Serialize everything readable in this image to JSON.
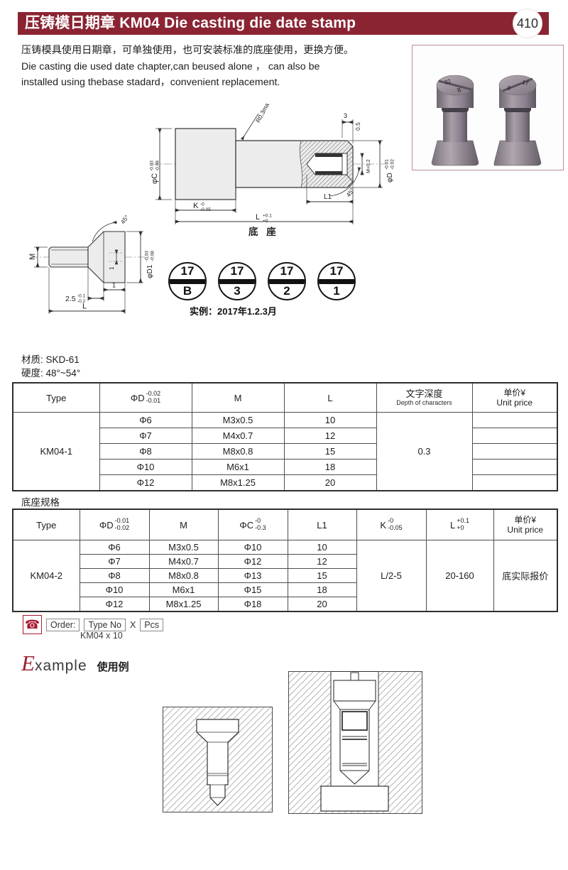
{
  "header": {
    "title": "压铸模日期章 KM04 Die casting die date stamp",
    "page_number": "410"
  },
  "intro": {
    "cn": "压铸模具使用日期章，可单独使用，也可安装标准的底座使用，更换方便。",
    "en1": "Die casting die used date chapter,can beused alone ， can also be",
    "en2": "installed using thebase stadard，convenient replacement."
  },
  "base_drawing": {
    "r_label": "R0.3max",
    "dim_3": "3",
    "dim_05": "0.5",
    "m_label": "M+0.2",
    "angle": "45°",
    "l1": "L1",
    "phi_c": "φC",
    "phi_c_tol": [
      "-0.03",
      "-0.08"
    ],
    "k": "K",
    "k_tol": [
      "-0",
      "-0.05"
    ],
    "l": "L",
    "l_tol": [
      "+0.1",
      "+0"
    ],
    "phi_d": "φD",
    "phi_d_tol": [
      "-0.01",
      "-0.02"
    ],
    "caption": "底 座"
  },
  "stamp_drawing": {
    "m": "M",
    "angle": "45°",
    "phi_d1": "φD1",
    "phi_d1_tol": [
      "-0.03",
      "-0.08"
    ],
    "dim_1v": "1",
    "dim_1h": "1",
    "dim_25": "2.5",
    "dim_25_tol": [
      "-0.1",
      "-0.2"
    ],
    "l": "L"
  },
  "date_stamps": {
    "year": "17",
    "slots": [
      "B",
      "3",
      "2",
      "1"
    ],
    "caption": "实例：2017年1.2.3月"
  },
  "material": {
    "line1": "材质: SKD-61",
    "line2": "硬度: 48°~54°"
  },
  "table1": {
    "type_header": "Type",
    "col_d": {
      "label": "ΦD",
      "tol": [
        "-0.02",
        "-0.01"
      ]
    },
    "col_m": "M",
    "col_l": "L",
    "col_depth": {
      "cn": "文字深度",
      "en": "Depth of characters"
    },
    "col_price": {
      "cn": "单价¥",
      "en": "Unit price"
    },
    "type_value": "KM04-1",
    "rows": [
      [
        "Φ6",
        "M3x0.5",
        "10"
      ],
      [
        "Φ7",
        "M4x0.7",
        "12"
      ],
      [
        "Φ8",
        "M8x0.8",
        "15"
      ],
      [
        "Φ10",
        "M6x1",
        "18"
      ],
      [
        "Φ12",
        "M8x1.25",
        "20"
      ]
    ],
    "depth_value": "0.3"
  },
  "table2": {
    "title": "底座规格",
    "type_header": "Type",
    "col_d": {
      "label": "ΦD",
      "tol": [
        "-0.01",
        "-0.02"
      ]
    },
    "col_m": "M",
    "col_c": {
      "label": "ΦC",
      "tol": [
        "-0",
        "-0.3"
      ]
    },
    "col_l1": "L1",
    "col_k": {
      "label": "K",
      "tol": [
        "-0",
        "-0.05"
      ]
    },
    "col_l": {
      "label": "L",
      "tol": [
        "+0.1",
        "+0"
      ]
    },
    "col_price": {
      "cn": "单价¥",
      "en": "Unit price"
    },
    "type_value": "KM04-2",
    "rows": [
      [
        "Φ6",
        "M3x0.5",
        "Φ10",
        "10"
      ],
      [
        "Φ7",
        "M4x0.7",
        "Φ12",
        "12"
      ],
      [
        "Φ8",
        "M8x0.8",
        "Φ13",
        "15"
      ],
      [
        "Φ10",
        "M6x1",
        "Φ15",
        "18"
      ],
      [
        "Φ12",
        "M8x1.25",
        "Φ18",
        "20"
      ]
    ],
    "k_value": "L/2-5",
    "l_value": "20-160",
    "price_value": "底实际报价"
  },
  "order": {
    "label": "Order:",
    "type_no": "Type No",
    "times": "X",
    "pcs": "Pcs",
    "example": "KM04  x 10"
  },
  "example_section": {
    "e": "E",
    "rest": "xample",
    "cn": "使用例"
  }
}
